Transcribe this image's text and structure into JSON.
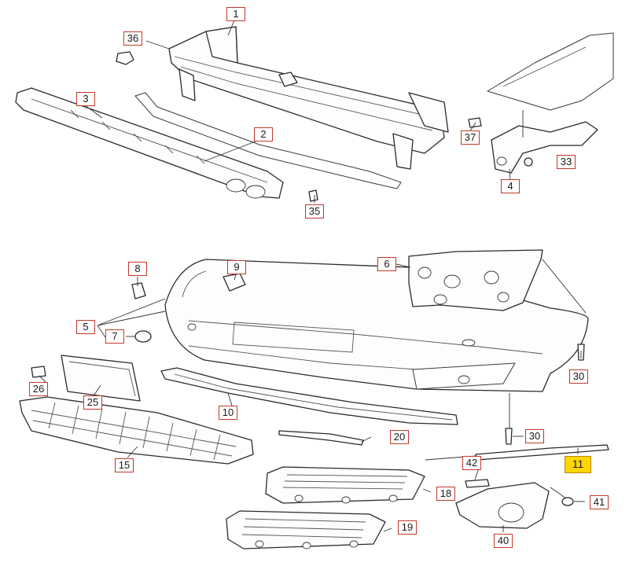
{
  "colors": {
    "callout_border": "#c0392b",
    "highlight": "#ffd700",
    "line": "#2a2a2a"
  },
  "callouts": [
    {
      "id": "c1",
      "label": "1"
    },
    {
      "id": "c2",
      "label": "2"
    },
    {
      "id": "c3",
      "label": "3"
    },
    {
      "id": "c4",
      "label": "4"
    },
    {
      "id": "c5",
      "label": "5"
    },
    {
      "id": "c6",
      "label": "6"
    },
    {
      "id": "c7",
      "label": "7"
    },
    {
      "id": "c8",
      "label": "8"
    },
    {
      "id": "c9",
      "label": "9"
    },
    {
      "id": "c10",
      "label": "10"
    },
    {
      "id": "c11",
      "label": "11",
      "highlighted": true
    },
    {
      "id": "c15",
      "label": "15"
    },
    {
      "id": "c18",
      "label": "18"
    },
    {
      "id": "c19",
      "label": "19"
    },
    {
      "id": "c20",
      "label": "20"
    },
    {
      "id": "c25",
      "label": "25"
    },
    {
      "id": "c26",
      "label": "26"
    },
    {
      "id": "c30a",
      "label": "30"
    },
    {
      "id": "c30b",
      "label": "30"
    },
    {
      "id": "c33",
      "label": "33"
    },
    {
      "id": "c35",
      "label": "35"
    },
    {
      "id": "c36",
      "label": "36"
    },
    {
      "id": "c37",
      "label": "37"
    },
    {
      "id": "c40",
      "label": "40"
    },
    {
      "id": "c41",
      "label": "41"
    },
    {
      "id": "c42",
      "label": "42"
    }
  ]
}
